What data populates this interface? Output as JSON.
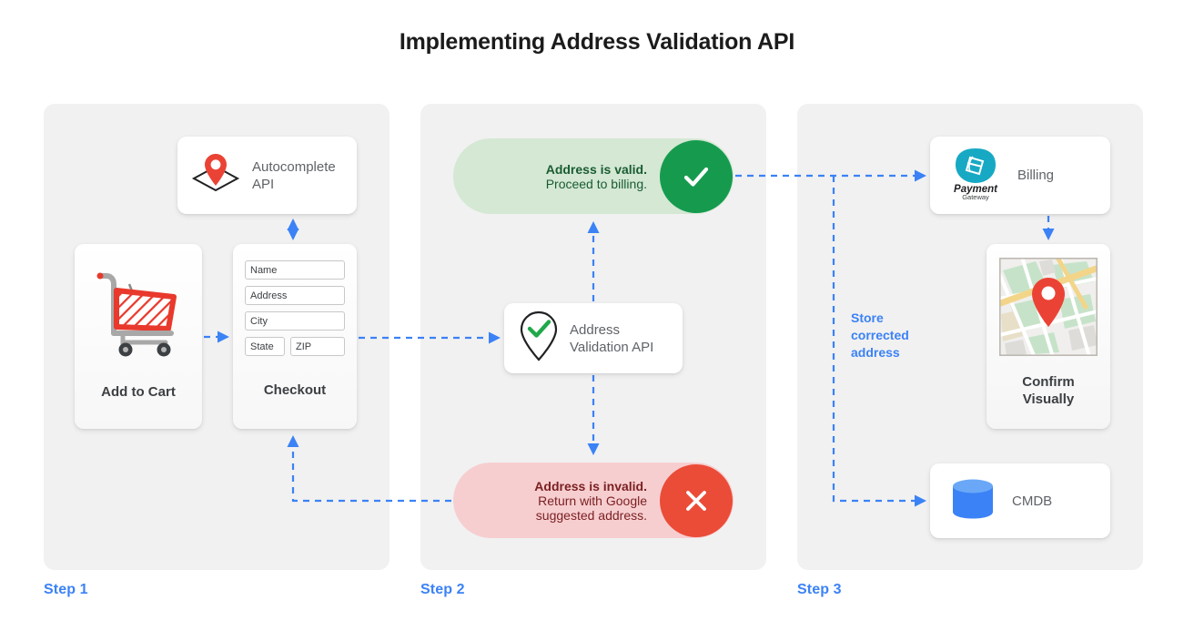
{
  "title": "Implementing Address Validation API",
  "steps": [
    {
      "label": "Step 1"
    },
    {
      "label": "Step 2"
    },
    {
      "label": "Step 3"
    }
  ],
  "step1": {
    "autocomplete": {
      "label": "Autocomplete\nAPI",
      "icon": "map-pin-diamond-icon"
    },
    "add_to_cart": {
      "label": "Add to Cart",
      "icon": "shopping-cart-icon"
    },
    "checkout": {
      "label": "Checkout",
      "fields": [
        {
          "name": "name",
          "value": "Name"
        },
        {
          "name": "address",
          "value": "Address"
        },
        {
          "name": "city",
          "value": "City"
        },
        {
          "name": "state",
          "value": "State"
        },
        {
          "name": "zip",
          "value": "ZIP"
        }
      ]
    }
  },
  "step2": {
    "valid": {
      "line1": "Address is valid.",
      "line2": "Proceed to billing.",
      "badge_icon": "check-icon",
      "bg_color": "#d4e8d4",
      "badge_color": "#169b4e"
    },
    "invalid": {
      "line1": "Address is invalid.",
      "line2": "Return with Google",
      "line3": "suggested address.",
      "badge_icon": "close-icon",
      "bg_color": "#f7ced0",
      "badge_color": "#ea4c38"
    },
    "validation_api": {
      "label": "Address\nValidation API",
      "icon": "pin-check-icon"
    }
  },
  "step3": {
    "billing": {
      "label": "Billing",
      "icon": "payment-gateway-icon",
      "logo_title": "Payment",
      "logo_sub": "Gateway"
    },
    "confirm": {
      "label": "Confirm\nVisually",
      "icon": "map-thumbnail-icon"
    },
    "cmdb": {
      "label": "CMDB",
      "icon": "database-icon"
    },
    "store_note": "Store\ncorrected\naddress"
  },
  "colors": {
    "accent_blue": "#3b82f6",
    "panel_bg": "#f1f1f1",
    "green": "#169b4e",
    "red": "#ea4c38",
    "text_dark": "#3c4043",
    "text_muted": "#5f6368"
  }
}
